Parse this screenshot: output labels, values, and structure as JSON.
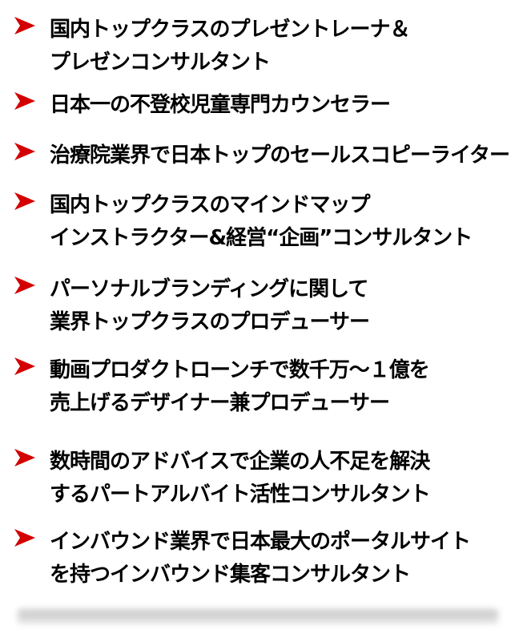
{
  "items": [
    {
      "lines": [
        "国内トップクラスのプレゼントレーナ＆",
        "プレゼンコンサルタント"
      ]
    },
    {
      "lines": [
        "日本一の不登校児童専門カウンセラー"
      ]
    },
    {
      "lines": [
        "治療院業界で日本トップのセールスコピーライター"
      ]
    },
    {
      "lines": [
        "国内トップクラスのマインドマップ",
        "インストラクター&経営“企画”コンサルタント"
      ]
    },
    {
      "lines": [
        "パーソナルブランディングに関して",
        "業界トップクラスのプロデューサー"
      ]
    },
    {
      "lines": [
        "動画プロダクトローンチで数千万～１億を",
        "売上げるデザイナー兼プロデューサー"
      ]
    },
    {
      "lines": [
        "数時間のアドバイスで企業の人不足を解決",
        "するパートアルバイト活性コンサルタント"
      ]
    },
    {
      "lines": [
        "インバウンド業界で日本最大のポータルサイト",
        "を持つインバウンド集客コンサルタント"
      ]
    }
  ],
  "colors": {
    "bullet": "#d40000",
    "text": "#000000"
  }
}
